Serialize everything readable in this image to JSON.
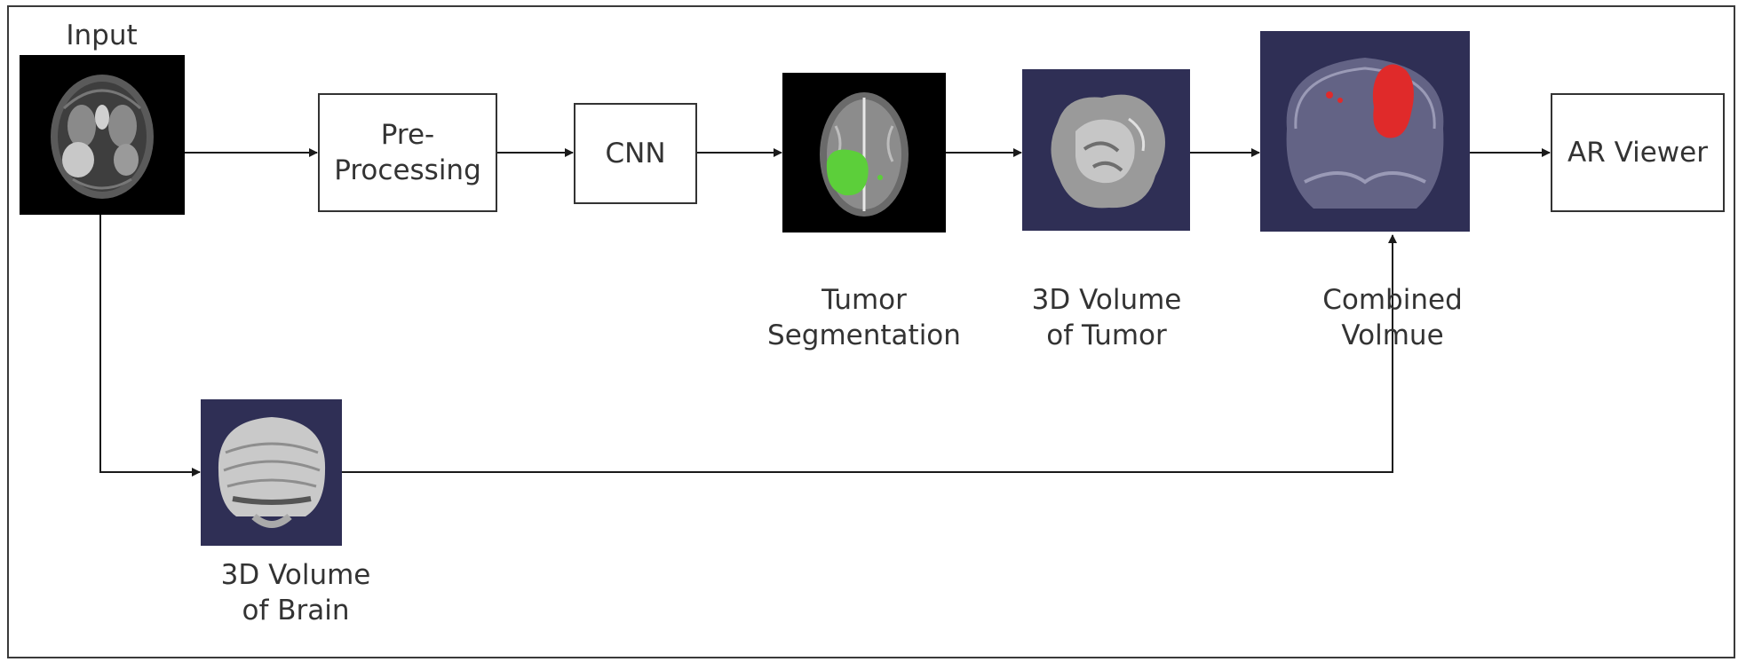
{
  "nodes": {
    "input": {
      "label": "Input"
    },
    "preprocessing": {
      "label_line1": "Pre-",
      "label_line2": "Processing"
    },
    "cnn": {
      "label": "CNN"
    },
    "tumor_segmentation": {
      "label_line1": "Tumor",
      "label_line2": "Segmentation"
    },
    "tumor_volume": {
      "label_line1": "3D Volume",
      "label_line2": "of Tumor"
    },
    "combined_volume": {
      "label_line1": "Combined",
      "label_line2": "Volmue"
    },
    "ar_viewer": {
      "label": "AR Viewer"
    },
    "brain_volume": {
      "label_line1": "3D Volume",
      "label_line2": "of Brain"
    }
  },
  "colors": {
    "line": "#1a1a1a",
    "box_border": "#333333",
    "text": "#333333",
    "render_background": "#2f2f55",
    "mri_background": "#000000",
    "segmentation_green": "#5ccf3a",
    "tumor_red": "#e02a2a"
  },
  "edges": [
    {
      "from": "input",
      "to": "preprocessing"
    },
    {
      "from": "preprocessing",
      "to": "cnn"
    },
    {
      "from": "cnn",
      "to": "tumor_segmentation"
    },
    {
      "from": "tumor_segmentation",
      "to": "tumor_volume"
    },
    {
      "from": "tumor_volume",
      "to": "combined_volume"
    },
    {
      "from": "combined_volume",
      "to": "ar_viewer"
    },
    {
      "from": "input",
      "to": "brain_volume"
    },
    {
      "from": "brain_volume",
      "to": "combined_volume"
    }
  ]
}
